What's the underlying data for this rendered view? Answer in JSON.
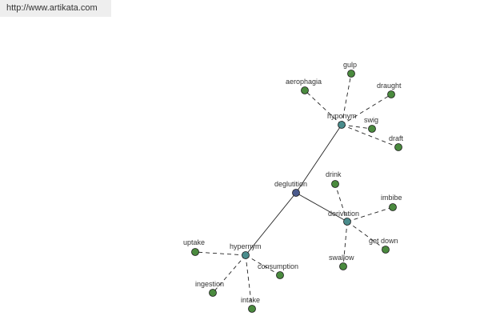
{
  "header": {
    "url": "http://www.artikata.com"
  },
  "graph": {
    "colors": {
      "center": "#4a5a8c",
      "hub": "#4a8c8c",
      "leaf": "#4a8a3e",
      "edge": "#222222"
    },
    "center": {
      "id": "deglutition",
      "label": "deglutition"
    },
    "hubs": [
      {
        "id": "hyponym",
        "label": "hyponym"
      },
      {
        "id": "derivation",
        "label": "derivation"
      },
      {
        "id": "hypernym",
        "label": "hypernym"
      }
    ],
    "leaves": [
      {
        "id": "gulp",
        "label": "gulp",
        "hub": "hyponym"
      },
      {
        "id": "aerophagia",
        "label": "aerophagia",
        "hub": "hyponym"
      },
      {
        "id": "draught",
        "label": "draught",
        "hub": "hyponym"
      },
      {
        "id": "swig",
        "label": "swig",
        "hub": "hyponym"
      },
      {
        "id": "draft",
        "label": "draft",
        "hub": "hyponym"
      },
      {
        "id": "drink",
        "label": "drink",
        "hub": "derivation"
      },
      {
        "id": "imbibe",
        "label": "imbibe",
        "hub": "derivation"
      },
      {
        "id": "get-down",
        "label": "get down",
        "hub": "derivation"
      },
      {
        "id": "swallow",
        "label": "swallow",
        "hub": "derivation"
      },
      {
        "id": "uptake",
        "label": "uptake",
        "hub": "hypernym"
      },
      {
        "id": "consumption",
        "label": "consumption",
        "hub": "hypernym"
      },
      {
        "id": "ingestion",
        "label": "ingestion",
        "hub": "hypernym"
      },
      {
        "id": "intake",
        "label": "intake",
        "hub": "hypernym"
      }
    ]
  }
}
